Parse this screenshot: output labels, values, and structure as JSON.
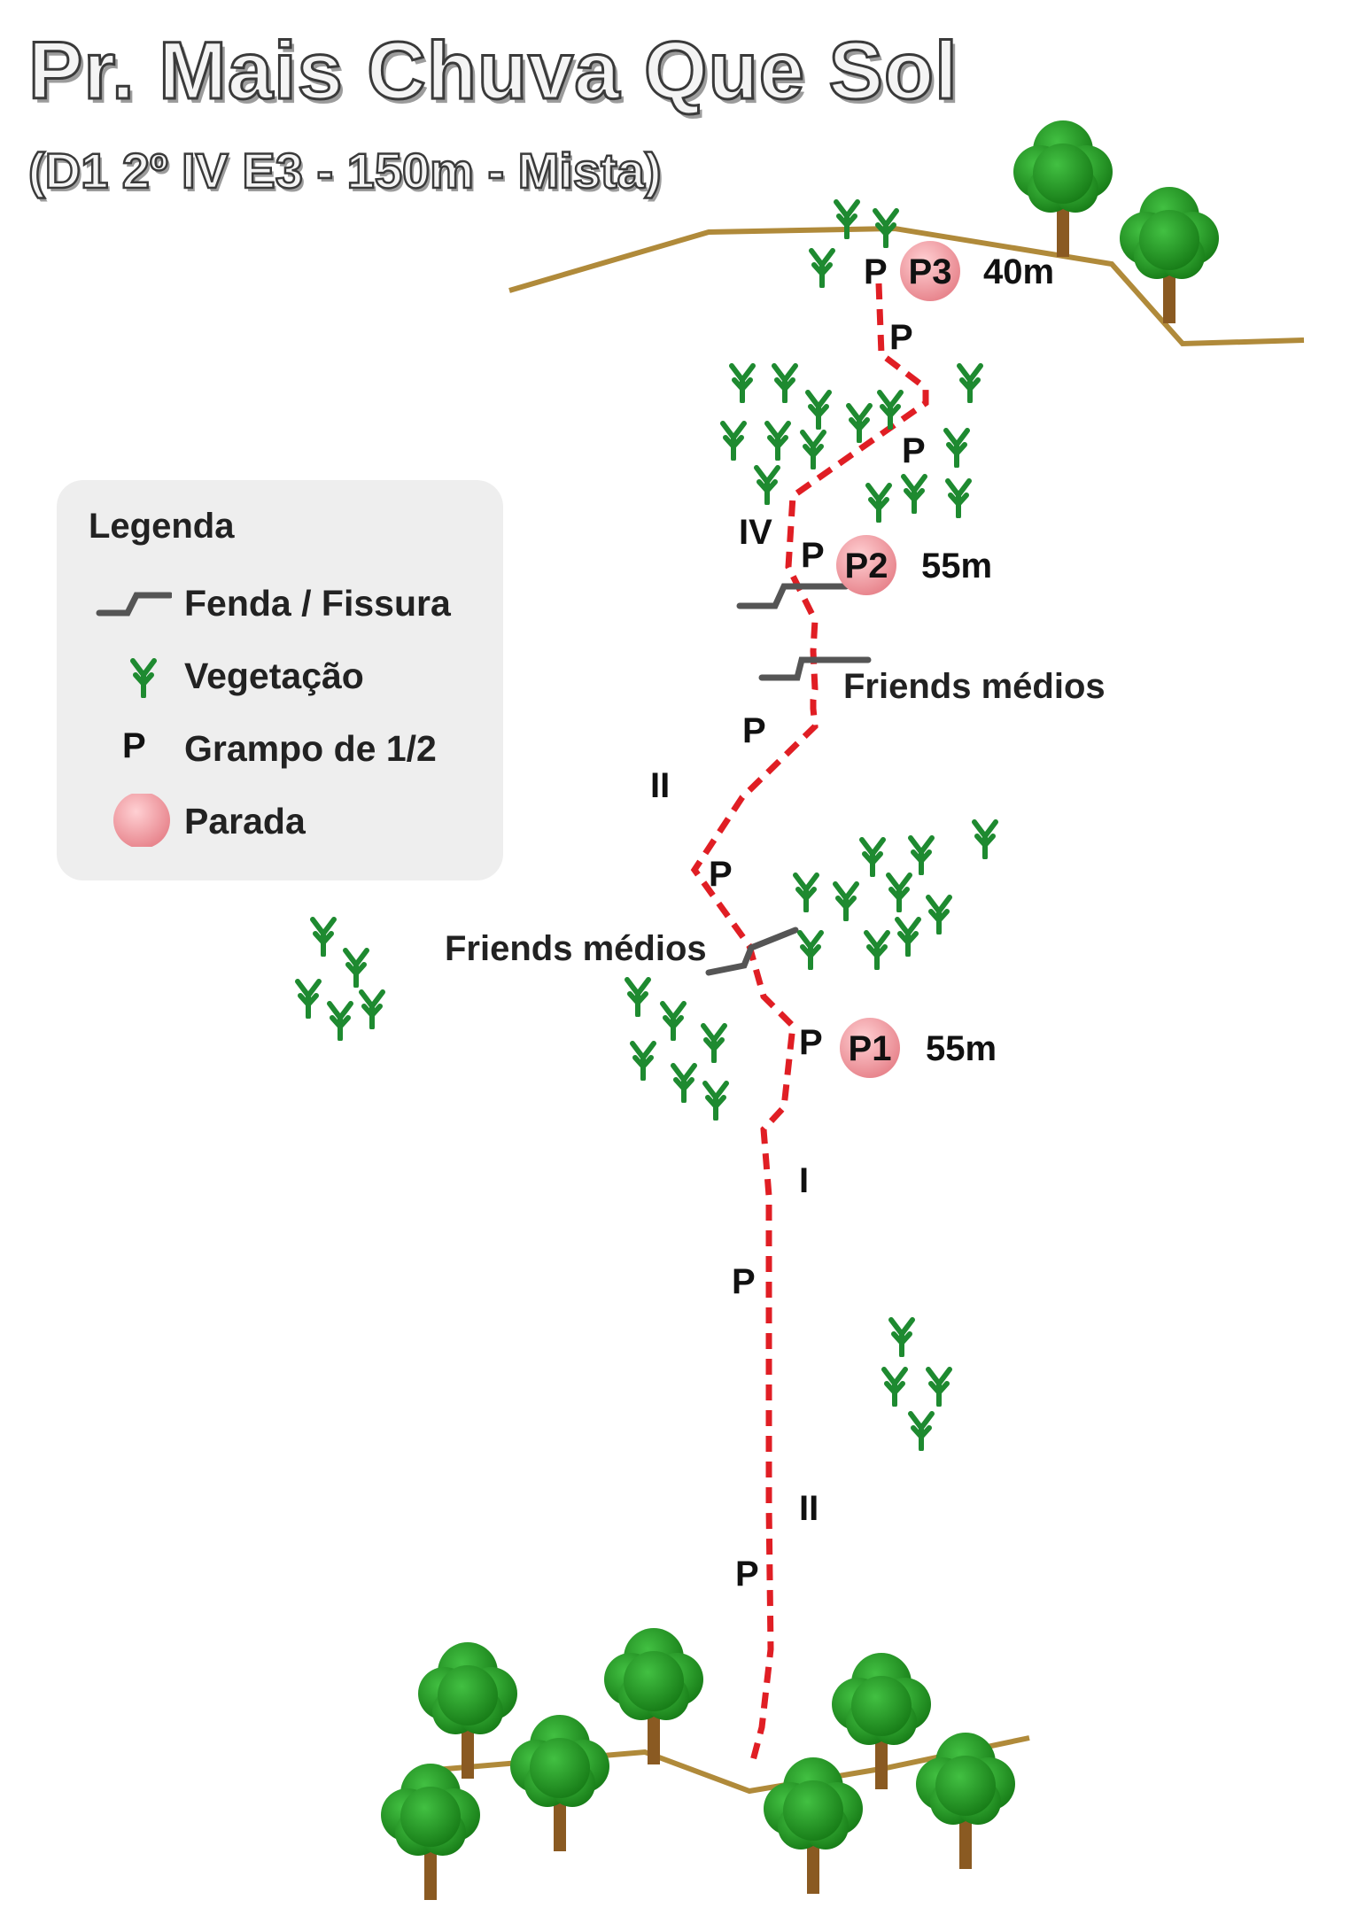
{
  "title": "Pr. Mais Chuva Que Sol",
  "subtitle": "(D1 2º IV E3 - 150m - Mista)",
  "legend": {
    "title": "Legenda",
    "items": [
      {
        "key": "fenda",
        "label": "Fenda / Fissura"
      },
      {
        "key": "vegetacao",
        "label": "Vegetação"
      },
      {
        "key": "grampo",
        "label": "Grampo de 1/2",
        "symbol": "P"
      },
      {
        "key": "parada",
        "label": "Parada"
      }
    ]
  },
  "belays": [
    {
      "id": "p1",
      "label": "P1",
      "length": "55m"
    },
    {
      "id": "p2",
      "label": "P2",
      "length": "55m"
    },
    {
      "id": "p3",
      "label": "P3",
      "length": "40m"
    }
  ],
  "bolt_symbol": "P",
  "grades": [
    "I",
    "II",
    "II",
    "IV"
  ],
  "gear_notes": [
    "Friends médios",
    "Friends médios"
  ],
  "colors": {
    "route": "#e01e24",
    "ground": "#b08a3a",
    "belay": "#f0a0a6",
    "vegetation": "#1e8a30",
    "tree_foliage": "#27a127",
    "tree_trunk": "#8a5a22",
    "crack": "#555555",
    "legend_bg": "#eeeeee"
  },
  "icons": [
    "plant-icon",
    "tree-icon",
    "crack-icon",
    "belay-icon"
  ]
}
